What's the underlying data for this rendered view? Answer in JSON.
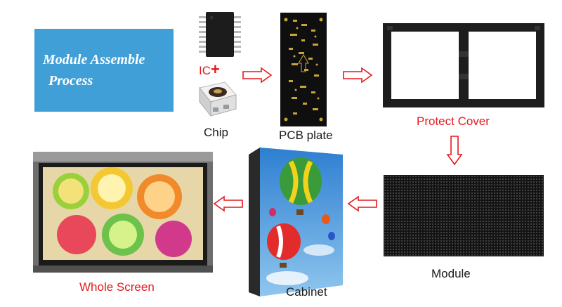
{
  "title": {
    "line1": "Module Assemble",
    "line2": "Process"
  },
  "labels": {
    "ic": "IC",
    "plus": "+",
    "chip": "Chip",
    "pcb": "PCB plate",
    "protect_cover": "Protect Cover",
    "module": "Module",
    "cabinet": "Cabinet",
    "whole_screen": "Whole Screen"
  },
  "colors": {
    "accent_red": "#e6191c",
    "title_blue": "#3f9fd6",
    "text_dark": "#1a1a1a"
  }
}
